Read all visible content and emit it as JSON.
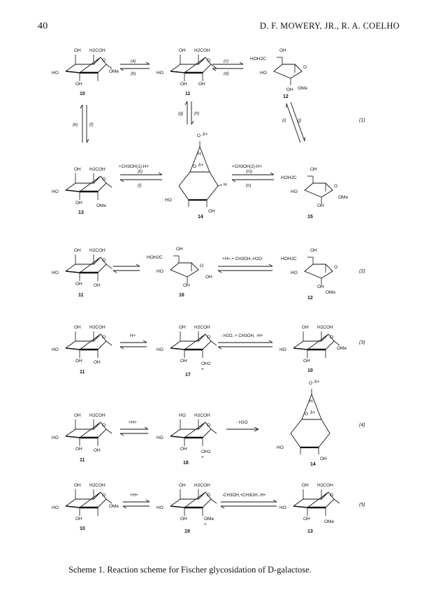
{
  "header": {
    "page_number": "40",
    "running_head": "D. F. MOWERY, JR., R. A. COELHO"
  },
  "caption": "Scheme 1. Reaction scheme for Fischer glycosidation of D-galactose.",
  "labels": {
    "oh": "OH",
    "ho": "HO",
    "h2coh": "H2COH",
    "ome": "OMe",
    "o": "O",
    "hoh2c": "HOH2C",
    "h": "H"
  },
  "compounds": {
    "c10": "10",
    "c11": "11",
    "c12": "12",
    "c13": "13",
    "c14": "14",
    "c15": "15",
    "c16": "16",
    "c17": "17",
    "c18": "18",
    "c19": "19"
  },
  "steps": {
    "a": "(a)",
    "b": "(b)",
    "c": "(c)",
    "d": "(d)",
    "e": "(e)",
    "f": "(f)",
    "g": "(g)",
    "h": "(h)",
    "i": "(i)",
    "j": "(j)",
    "k": "(k)",
    "l": "(l)",
    "m": "(m)",
    "n": "(n)"
  },
  "conditions": {
    "k_reagent": "+CH3OH(1)-H+",
    "m_reagent": "+CH3OH(2)-H+",
    "eq2_reagent": "+H+,+ CH3OH,-H2O",
    "eq3_a": "H+",
    "eq3_b": "- H2O, + CH3OH, -H+",
    "eq4_a": "+H+",
    "eq4_b": "- H2O",
    "eq5_a": "+H+",
    "eq5_b": "-CH3OH,+CH3OH,-H+",
    "delta_plus": "δ+",
    "oh2_plus": "OH2",
    "o_plus": "+"
  },
  "equations": {
    "e1": "(1)",
    "e2": "(2)",
    "e3": "(3)",
    "e4": "(4)",
    "e5": "(5)"
  }
}
